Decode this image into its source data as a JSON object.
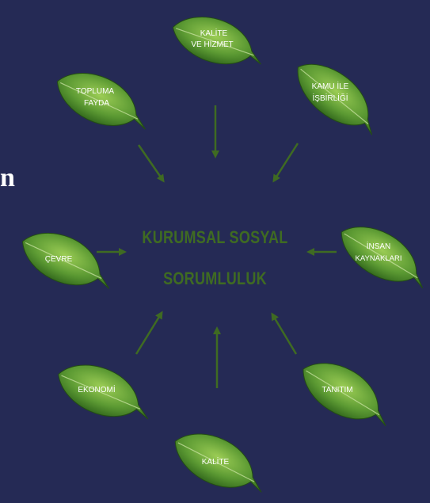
{
  "diagram": {
    "center": {
      "line1": "KURUMSAL SOSYAL",
      "line2": "SORUMLULUK"
    },
    "leaves": [
      {
        "id": "kalite-hizmet",
        "lines": [
          "KALİTE",
          "VE HİZMET"
        ]
      },
      {
        "id": "topluma-fayda",
        "lines": [
          "TOPLUMA",
          "FAYDA"
        ]
      },
      {
        "id": "kamu-isbirligi",
        "lines": [
          "KAMU İLE",
          "İŞBİRLİĞİ"
        ]
      },
      {
        "id": "cevre",
        "lines": [
          "ÇEVRE"
        ]
      },
      {
        "id": "insan-kaynaklari",
        "lines": [
          "İNSAN",
          "KAYNAKLARI"
        ]
      },
      {
        "id": "ekonomi",
        "lines": [
          "EKONOMİ"
        ]
      },
      {
        "id": "tanitim",
        "lines": [
          "TANITIM"
        ]
      },
      {
        "id": "kalite",
        "lines": [
          "KALİTE"
        ]
      }
    ]
  },
  "stray_text": "n",
  "colors": {
    "background": "#252a55",
    "leaf_dark": "#2f6a1c",
    "leaf_light": "#8dbf4a",
    "arrow": "#3f6b22",
    "center_text": "#3f6b22"
  }
}
